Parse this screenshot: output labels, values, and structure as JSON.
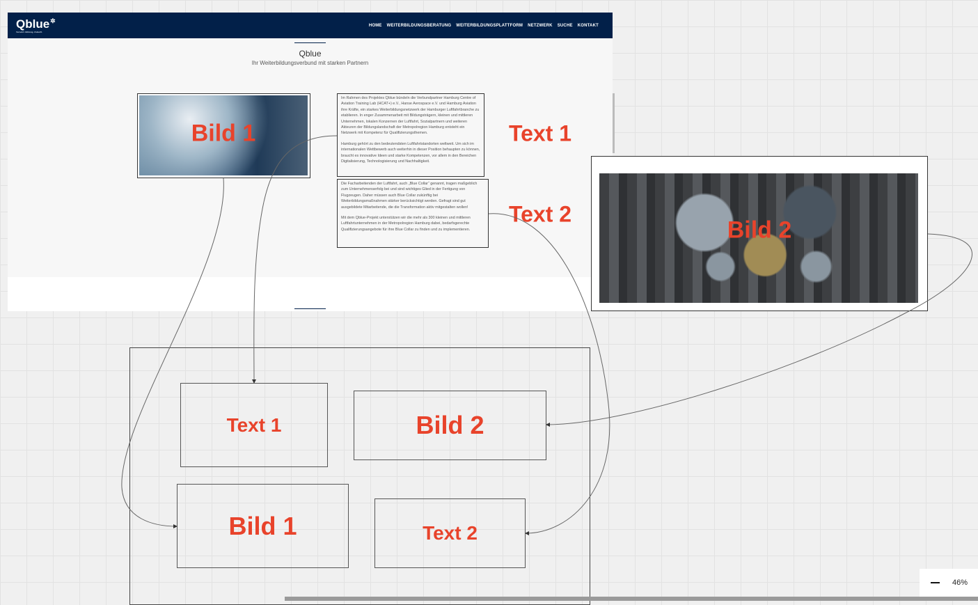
{
  "website": {
    "logo": "Qblue",
    "logo_tagline": "Vernetzt. Bildung. Zukunft.",
    "nav": [
      "HOME",
      "WEITERBILDUNGSBERATUNG",
      "WEITERBILDUNGSPLATTFORM",
      "NETZWERK",
      "SUCHE",
      "KONTAKT"
    ],
    "heading": "Qblue",
    "subheading": "Ihr Weiterbildungsverbund mit starken Partnern",
    "text1": [
      "Im Rahmen des Projektes Qblue bündeln die Verbundpartner Hamburg Centre of Aviation Training Lab (HCAT+) e.V., Hanse Aerospace e.V. und Hamburg Aviation ihre Kräfte, ein starkes Weiterbildungsnetzwerk der Hamburger Luftfahrtbranche zu etablieren. In enger Zusammenarbeit mit Bildungsträgern, kleinen und mittleren Unternehmen, lokalen Konzernen der Luftfahrt, Sozialpartnern und weiteren Akteuren der Bildungslandschaft der Metropolregion Hamburg entsteht ein Netzwerk mit Kompetenz für Qualifizierungsthemen.",
      "Hamburg gehört zu den bedeutendsten Luftfahrtstandorten weltweit. Um sich im internationalen Wettbewerb auch weiterhin in dieser Position behaupten zu können, braucht es innovative Ideen und starke Kompetenzen, vor allem in den Bereichen Digitalisierung, Technologisierung und Nachhaltigkeit."
    ],
    "text2": [
      "Die Facharbeitenden der Luftfahrt, auch „Blue Collar“ genannt, tragen maßgeblich zum Unternehmenserfolg bei und sind wichtiges Glied in der Fertigung von Flugzeugen. Daher müssen auch Blue Collar zukünftig bei Weiterbildungsmaßnahmen stärker berücksichtigt werden. Gefragt sind gut ausgebildete Mitarbeitende, die die Transformation aktiv mitgestalten wollen!",
      "Mit dem Qblue-Projekt unterstützen wir die mehr als 300 kleinen und mittleren Luftfahrtunternehmen in der Metropolregion Hamburg dabei, bedarfsgerechte Qualifizierungsangebote für ihre Blue Collar zu finden und zu implementieren."
    ]
  },
  "overlays": {
    "bild1": "Bild 1",
    "text1": "Text 1",
    "text2": "Text 2",
    "bild2": "Bild 2"
  },
  "layout_boxes": {
    "text1": "Text 1",
    "bild2": "Bild 2",
    "bild1": "Bild 1",
    "text2": "Text 2"
  },
  "zoom": {
    "level": "46%"
  },
  "colors": {
    "accent": "#e8432b",
    "header": "#022049"
  }
}
